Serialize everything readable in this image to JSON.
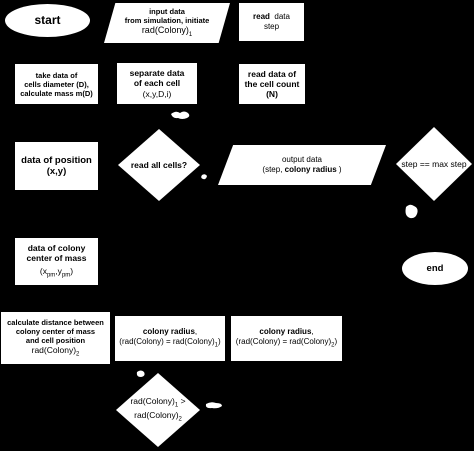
{
  "nodes": {
    "start": "start",
    "input_l1": "input data",
    "input_l2": "from simulation, initiate",
    "input_l3": "rad(Colony)",
    "input_l3_sub": "1",
    "read_data_l1": "read",
    "read_data_l1b": "data",
    "read_data_l2": "step",
    "take_data_l1": "take data of",
    "take_data_l2": "cells diameter (D),",
    "take_data_l3": "calculate mass m(D)",
    "separate_l1": "separate data",
    "separate_l2": "of each cell",
    "separate_l3": "(x,y,D,i)",
    "read_count_l1": "read data of",
    "read_count_l2": "the cell count (N)",
    "position_l1": "data of position",
    "position_l2": "(x,y)",
    "read_all": "read all cells?",
    "output_l1": "output data",
    "output_l2a": "(step,",
    "output_l2b": "colony radius",
    "output_l2c": ")",
    "step_max": "step == max step",
    "com_l1": "data of colony",
    "com_l2": "center of mass",
    "com_l3": "(x",
    "com_l3_sub1": "pm",
    "com_l3_mid": ",y",
    "com_l3_sub2": "pm",
    "com_l3_end": ")",
    "end": "end",
    "distance_l1": "calculate distance between",
    "distance_l2": "colony center of mass",
    "distance_l3": "and cell position",
    "distance_l4": "rad(Colony)",
    "distance_l4_sub": "2",
    "radius1_l1": "colony radius",
    "radius1_l1_comma": ",",
    "radius1_l2": "(rad(Colony) = rad(Colony)",
    "radius1_l2_sub": "1",
    "radius1_l2_end": ")",
    "radius2_l1": "colony radius",
    "radius2_l1_comma": ",",
    "radius2_l2": "(rad(Colony) = rad(Colony)",
    "radius2_l2_sub": "2",
    "radius2_l2_end": ")",
    "compare_l1": "rad(Colony)",
    "compare_l1_sub": "1",
    "compare_l1_end": " >",
    "compare_l2": "rad(Colony)",
    "compare_l2_sub": "2"
  }
}
